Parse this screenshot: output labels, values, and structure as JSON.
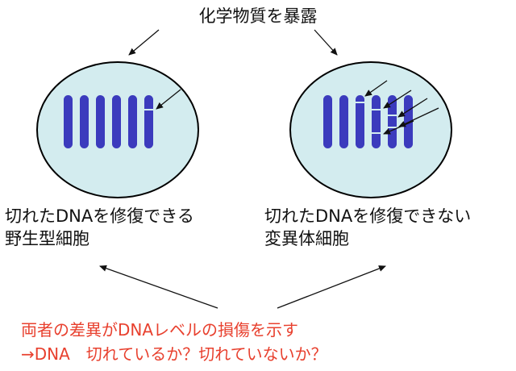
{
  "title": "化学物質を暴露",
  "left_cell": {
    "caption_line1": "切れたDNAを修復できる",
    "caption_line2": "野生型細胞"
  },
  "right_cell": {
    "caption_line1": "切れたDNAを修復できない",
    "caption_line2": "変異体細胞"
  },
  "conclusion": {
    "line1": "両者の差異がDNAレベルの損傷を示す",
    "line2": "→DNA　切れているか？切れていないか？"
  },
  "colors": {
    "cell_fill": "#d3ecef",
    "cell_border": "#000000",
    "chromosome": "#3b3bbd",
    "conclusion_text": "#e8402e"
  }
}
